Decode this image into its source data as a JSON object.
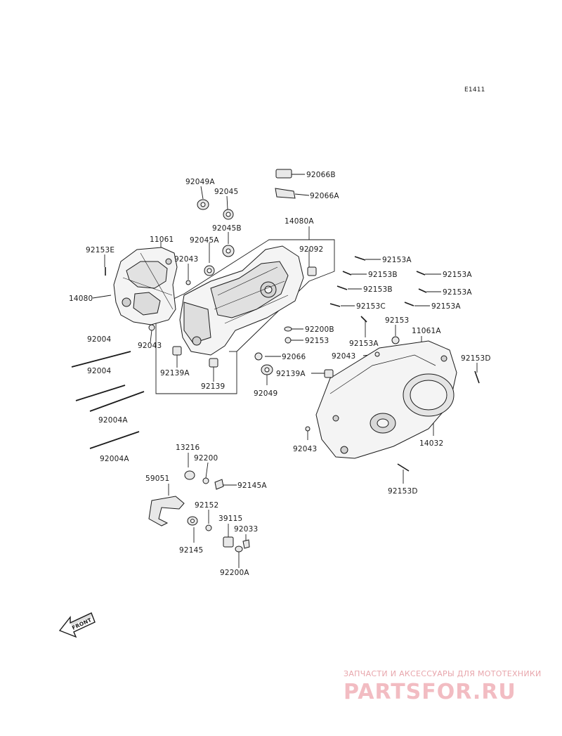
{
  "diagram_code": "E1411",
  "labels": {
    "p92066B": "92066B",
    "p92066A": "92066A",
    "p92049A": "92049A",
    "p92045": "92045",
    "p92045B": "92045B",
    "p92045A": "92045A",
    "p14080A": "14080A",
    "p92153E": "92153E",
    "p11061": "11061",
    "p92043a": "92043",
    "p92092": "92092",
    "p14080": "14080",
    "p92043b": "92043",
    "p92004a": "92004",
    "p92004b": "92004",
    "p92004A1": "92004A",
    "p92004A2": "92004A",
    "p92139A1": "92139A",
    "p92139": "92139",
    "p92049": "92049",
    "p92139A2": "92139A",
    "p92066": "92066",
    "p92200B": "92200B",
    "p92153m": "92153",
    "p92153A1": "92153A",
    "p92153B1": "92153B",
    "p92153A2": "92153A",
    "p92153B2": "92153B",
    "p92153A3": "92153A",
    "p92153C": "92153C",
    "p92153A4": "92153A",
    "p92153r": "92153",
    "p11061A": "11061A",
    "p92153A5": "92153A",
    "p92043c": "92043",
    "p92153D1": "92153D",
    "p92043d": "92043",
    "p14032": "14032",
    "p92153D2": "92153D",
    "p13216": "13216",
    "p92200": "92200",
    "p92145A": "92145A",
    "p59051": "59051",
    "p92152": "92152",
    "p39115": "39115",
    "p92033": "92033",
    "p92145": "92145",
    "p92200A": "92200A"
  },
  "front_label": "FRONT",
  "watermark": {
    "tagline": "ЗАПЧАСТИ И АКСЕССУАРЫ ДЛЯ МОТОТЕХНИКИ",
    "logo": "PARTSFOR.RU"
  }
}
